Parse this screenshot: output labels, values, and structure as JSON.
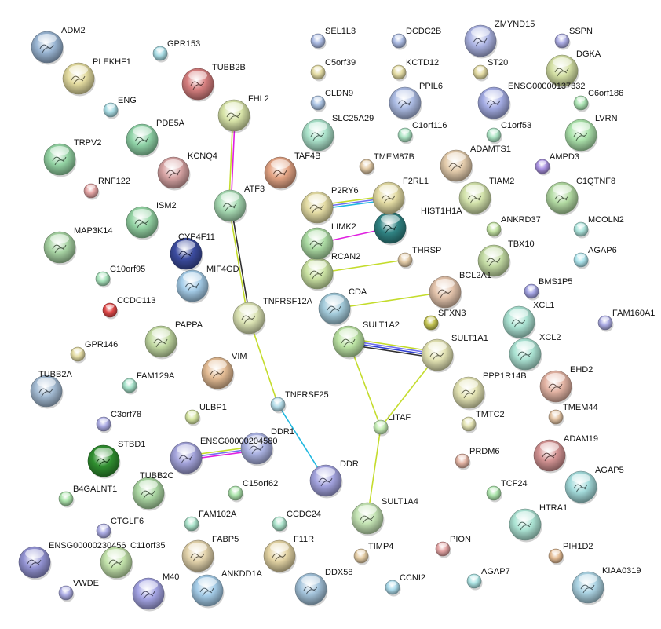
{
  "title": "Protein interaction network",
  "edge_colors": {
    "textmining": "#c4dc2c",
    "coexpression": "#303030",
    "experiments": "#e020e0",
    "database": "#20b8e0",
    "homology": "#7070f0",
    "cooccurrence": "#3040d0"
  },
  "nodes": [
    {
      "name": "ADM2",
      "color": "#9ab6d4"
    },
    {
      "name": "GPR153",
      "color": "#a8dce4"
    },
    {
      "name": "PLEKHF1",
      "color": "#e4dca0"
    },
    {
      "name": "TUBB2B",
      "color": "#d88080"
    },
    {
      "name": "ENG",
      "color": "#a8dce4"
    },
    {
      "name": "FHL2",
      "color": "#d8e4a8"
    },
    {
      "name": "PDE5A",
      "color": "#90d4a8"
    },
    {
      "name": "TRPV2",
      "color": "#94d4a4"
    },
    {
      "name": "KCNQ4",
      "color": "#d8a4a4"
    },
    {
      "name": "RNF122",
      "color": "#e4a4a4"
    },
    {
      "name": "ATF3",
      "color": "#a8dcb4"
    },
    {
      "name": "ISM2",
      "color": "#94d4a4"
    },
    {
      "name": "MAP3K14",
      "color": "#a8d4a4"
    },
    {
      "name": "CYP4F11",
      "color": "#3c4ca0"
    },
    {
      "name": "MIF4GD",
      "color": "#a4cce8"
    },
    {
      "name": "C10orf95",
      "color": "#a8e4bc"
    },
    {
      "name": "CCDC113",
      "color": "#e04848"
    },
    {
      "name": "TNFRSF12A",
      "color": "#dce4b4"
    },
    {
      "name": "PAPPA",
      "color": "#c4dca4"
    },
    {
      "name": "GPR146",
      "color": "#e4dca4"
    },
    {
      "name": "VIM",
      "color": "#e4bc94"
    },
    {
      "name": "TUBB2A",
      "color": "#a4bcd4"
    },
    {
      "name": "FAM129A",
      "color": "#a8e4cc"
    },
    {
      "name": "TNFRSF25",
      "color": "#b4dce8"
    },
    {
      "name": "ULBP1",
      "color": "#d8e8a4"
    },
    {
      "name": "C3orf78",
      "color": "#acacE4"
    },
    {
      "name": "DDR1",
      "color": "#acb4e4"
    },
    {
      "name": "ENSG00000204580",
      "color": "#a4a4dc"
    },
    {
      "name": "STBD1",
      "color": "#309030"
    },
    {
      "name": "TUBB2C",
      "color": "#acd8a4"
    },
    {
      "name": "B4GALNT1",
      "color": "#ace4ac"
    },
    {
      "name": "C15orf62",
      "color": "#ace4ac"
    },
    {
      "name": "DDR",
      "color": "#a4a4e0"
    },
    {
      "name": "CTGLF6",
      "color": "#acacE4"
    },
    {
      "name": "FAM102A",
      "color": "#ace4cc"
    },
    {
      "name": "CCDC24",
      "color": "#ace4cc"
    },
    {
      "name": "ENSG00000230456",
      "color": "#9494d4"
    },
    {
      "name": "C11orf35",
      "color": "#c4e4ac"
    },
    {
      "name": "FABP5",
      "color": "#e4d4ac"
    },
    {
      "name": "F11R",
      "color": "#e4d4a4"
    },
    {
      "name": "TIMP4",
      "color": "#e4cca4"
    },
    {
      "name": "PION",
      "color": "#e4a4a4"
    },
    {
      "name": "PIH1D2",
      "color": "#e4bc94"
    },
    {
      "name": "VWDE",
      "color": "#acacE4"
    },
    {
      "name": "M40",
      "color": "#a4a4e4"
    },
    {
      "name": "ANKDD1A",
      "color": "#a4cce8"
    },
    {
      "name": "DDX58",
      "color": "#a4c4dc"
    },
    {
      "name": "CCNI2",
      "color": "#acdcec"
    },
    {
      "name": "AGAP7",
      "color": "#ace4e4"
    },
    {
      "name": "KIAA0319",
      "color": "#acd4e4"
    },
    {
      "name": "SULT1A4",
      "color": "#c4e4b4"
    },
    {
      "name": "LITAF",
      "color": "#c4ecb4"
    },
    {
      "name": "TMTC2",
      "color": "#e4e4b4"
    },
    {
      "name": "TMEM44",
      "color": "#e4c4a4"
    },
    {
      "name": "PRDM6",
      "color": "#e4b4a4"
    },
    {
      "name": "TCF24",
      "color": "#ace4ac"
    },
    {
      "name": "ADAM19",
      "color": "#d49494"
    },
    {
      "name": "AGAP5",
      "color": "#a4dcdc"
    },
    {
      "name": "HTRA1",
      "color": "#ace4d4"
    },
    {
      "name": "EHD2",
      "color": "#e4b4a4"
    },
    {
      "name": "PPP1R14B",
      "color": "#e4e4b4"
    },
    {
      "name": "XCL1",
      "color": "#ace4d4"
    },
    {
      "name": "XCL2",
      "color": "#ace4d4"
    },
    {
      "name": "BMS1P5",
      "color": "#a4a4e4"
    },
    {
      "name": "FAM160A1",
      "color": "#acacE4"
    },
    {
      "name": "SFXN3",
      "color": "#c4c454"
    },
    {
      "name": "SULT1A1",
      "color": "#e4e4b4"
    },
    {
      "name": "SULT1A2",
      "color": "#bce4a4"
    },
    {
      "name": "CDA",
      "color": "#a4ccdc"
    },
    {
      "name": "BCL2A1",
      "color": "#e4c4ac"
    },
    {
      "name": "THRSP",
      "color": "#e4cca8"
    },
    {
      "name": "RCAN2",
      "color": "#cce4a4"
    },
    {
      "name": "LIMK2",
      "color": "#acdca4"
    },
    {
      "name": "HIST1H1A",
      "color": "#308484"
    },
    {
      "name": "P2RY6",
      "color": "#e4dca4"
    },
    {
      "name": "F2RL1",
      "color": "#e4dca4"
    },
    {
      "name": "TMEM87B",
      "color": "#e4cca8"
    },
    {
      "name": "TAF4B",
      "color": "#e4a484"
    },
    {
      "name": "SLC25A29",
      "color": "#ace4cc"
    },
    {
      "name": "C1orf116",
      "color": "#ace4c4"
    },
    {
      "name": "CLDN9",
      "color": "#acc4e4"
    },
    {
      "name": "PPIL6",
      "color": "#acbce4"
    },
    {
      "name": "C5orf39",
      "color": "#e4dca4"
    },
    {
      "name": "KCTD12",
      "color": "#e4dca4"
    },
    {
      "name": "SEL1L3",
      "color": "#acbce4"
    },
    {
      "name": "DCDC2B",
      "color": "#acbce4"
    },
    {
      "name": "ZMYND15",
      "color": "#acb4e4"
    },
    {
      "name": "SSPN",
      "color": "#acacE4"
    },
    {
      "name": "ST20",
      "color": "#e4dca4"
    },
    {
      "name": "DGKA",
      "color": "#d4e0a4"
    },
    {
      "name": "ENSG00000137332",
      "color": "#a4ace4"
    },
    {
      "name": "C6orf186",
      "color": "#ace4b4"
    },
    {
      "name": "C1orf53",
      "color": "#ace4c4"
    },
    {
      "name": "LVRN",
      "color": "#ace4ac"
    },
    {
      "name": "ADAMTS1",
      "color": "#e4ccac"
    },
    {
      "name": "AMPD3",
      "color": "#ac94e4"
    },
    {
      "name": "TIAM2",
      "color": "#d4e4ac"
    },
    {
      "name": "C1QTNF8",
      "color": "#b4dca4"
    },
    {
      "name": "ANKRD37",
      "color": "#c4e4a4"
    },
    {
      "name": "MCOLN2",
      "color": "#ace4dc"
    },
    {
      "name": "TBX10",
      "color": "#c4dca4"
    },
    {
      "name": "AGAP6",
      "color": "#ace4ec"
    }
  ],
  "edges": [
    {
      "from": "FHL2",
      "to": "ATF3",
      "types": [
        "experiments",
        "textmining"
      ]
    },
    {
      "from": "ATF3",
      "to": "TNFRSF12A",
      "types": [
        "coexpression",
        "textmining"
      ]
    },
    {
      "from": "TNFRSF12A",
      "to": "TNFRSF25",
      "types": [
        "textmining"
      ]
    },
    {
      "from": "TNFRSF25",
      "to": "DDR",
      "types": [
        "database"
      ]
    },
    {
      "from": "ENSG00000204580",
      "to": "DDR1",
      "types": [
        "textmining",
        "homology",
        "experiments"
      ]
    },
    {
      "from": "P2RY6",
      "to": "F2RL1",
      "types": [
        "textmining",
        "homology",
        "database"
      ]
    },
    {
      "from": "LIMK2",
      "to": "HIST1H1A",
      "types": [
        "experiments"
      ]
    },
    {
      "from": "RCAN2",
      "to": "THRSP",
      "types": [
        "textmining"
      ]
    },
    {
      "from": "CDA",
      "to": "BCL2A1",
      "types": [
        "textmining"
      ]
    },
    {
      "from": "SULT1A2",
      "to": "SULT1A1",
      "types": [
        "textmining",
        "homology",
        "cooccurrence",
        "coexpression"
      ]
    },
    {
      "from": "SULT1A2",
      "to": "LITAF",
      "types": [
        "textmining"
      ]
    },
    {
      "from": "SULT1A1",
      "to": "LITAF",
      "types": [
        "textmining"
      ]
    },
    {
      "from": "LITAF",
      "to": "SULT1A4",
      "types": [
        "textmining"
      ]
    }
  ]
}
